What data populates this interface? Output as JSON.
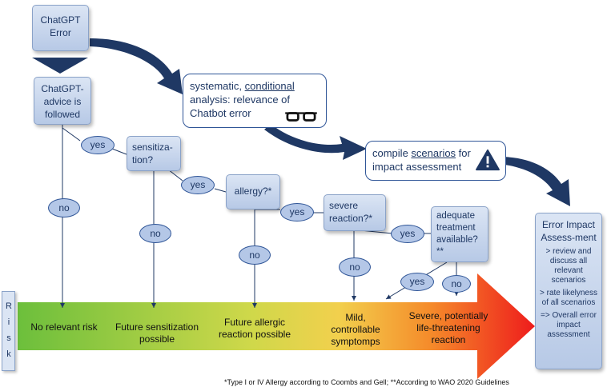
{
  "nodes": {
    "chatgpt_error": "ChatGPT Error",
    "advice_followed": "ChatGPT-advice is followed",
    "sensitization": "sensitiza-tion?",
    "allergy": "allergy?*",
    "severe_reaction": "severe reaction?*",
    "adequate_treatment": "adequate treatment available? **"
  },
  "analysis": {
    "part1": "systematic, ",
    "underlined": "conditional",
    "part2": " analysis: relevance of Chatbot error"
  },
  "scenarios": {
    "part1": "compile ",
    "underlined": "scenarios",
    "part2": " for impact assessment"
  },
  "impact": {
    "title": "Error Impact Assess-ment",
    "line1": "> review and discuss all relevant scenarios",
    "line2": "> rate likelyness of all scenarios",
    "line3": "=> Overall error impact assessment"
  },
  "labels": {
    "yes": "yes",
    "no": "no"
  },
  "risk_letters": [
    "R",
    "i",
    "s",
    "k"
  ],
  "outcomes": {
    "no_risk": "No relevant risk",
    "future_sensitization": "Future sensitization possible",
    "future_allergic": "Future allergic reaction possible",
    "mild": "Mild, controllable symptomps",
    "severe": "Severe, potentially life-threatening reaction"
  },
  "footnote": "*Type I or IV Allergy according to Coombs and Gell; **According to WAO 2020 Guidelines",
  "colors": {
    "arrow_dark": "#1f3864",
    "box_fill": "#b7c9e6",
    "gradient_green": "#6cbf3c",
    "gradient_yellow": "#f2d04d",
    "gradient_red": "#ee1c1c"
  },
  "icons": [
    "downward-chevron-arrow",
    "glasses-icon",
    "warning-icon"
  ]
}
